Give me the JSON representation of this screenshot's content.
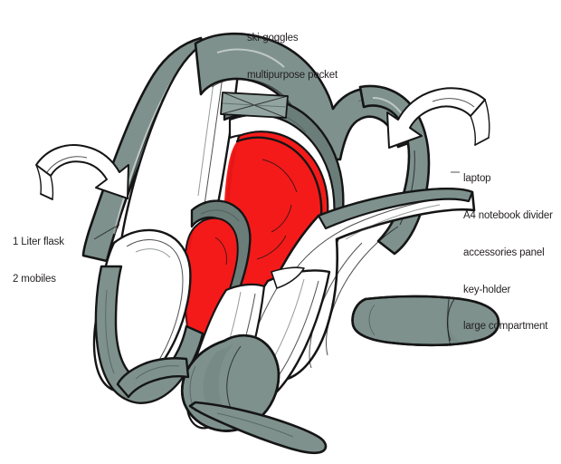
{
  "illustration": {
    "subject": "cutaway backpack sketch",
    "background_color": "#ffffff",
    "palette": {
      "ink": "#151515",
      "gray_fabric": "#7e918d",
      "gray_fabric_dark": "#6b7d79",
      "gray_fabric_light": "#93a5a1",
      "red_lining": "#f41a1a",
      "red_lining_dark": "#d81212",
      "white_panel": "#ffffff",
      "text": "#231f20"
    }
  },
  "annotations": {
    "top": {
      "name": "top-callout",
      "lines": [
        "ski-goggles",
        "multipurpose pocket"
      ]
    },
    "right": {
      "name": "right-callout",
      "lines": [
        "laptop",
        "A4 notebook divider",
        "accessories panel",
        "key-holder",
        "large compartment"
      ]
    },
    "left": {
      "name": "left-callout",
      "lines": [
        "1 Liter flask",
        "2 mobiles"
      ]
    }
  },
  "arrows": [
    {
      "name": "left-curved-arrow",
      "direction": "clockwise-down-right",
      "points_to": "1 Liter flask pocket"
    },
    {
      "name": "right-curved-arrow",
      "direction": "counter-clockwise-down-left",
      "points_to": "large compartment"
    }
  ]
}
